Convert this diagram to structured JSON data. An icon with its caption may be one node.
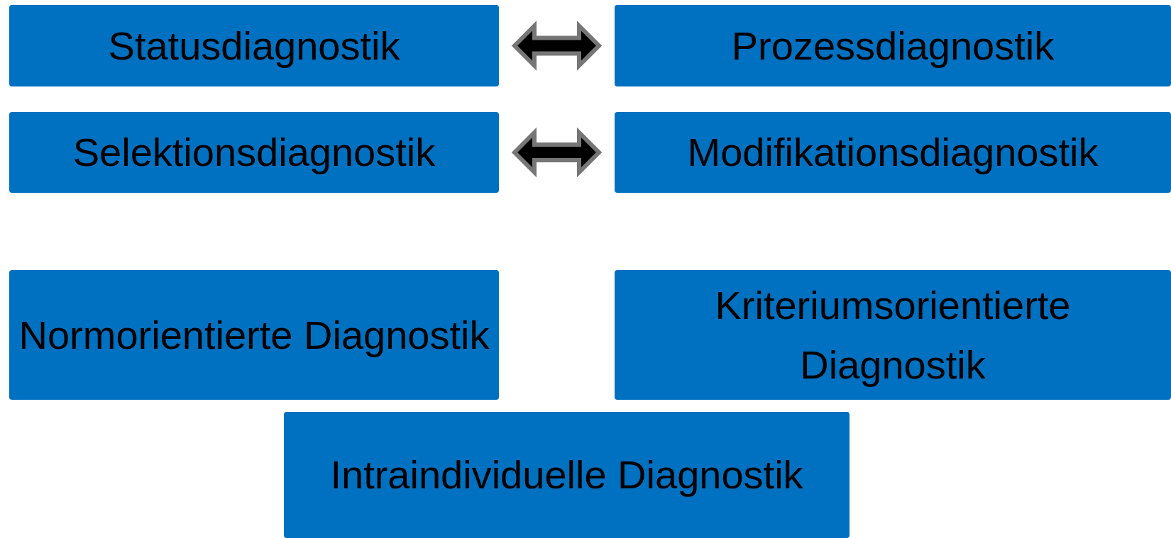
{
  "diagram": {
    "nodes": [
      {
        "text": [
          "Statusdiagnostik"
        ]
      },
      {
        "text": [
          "Prozessdiagnostik"
        ]
      },
      {
        "text": [
          "Selektionsdiagnostik"
        ]
      },
      {
        "text": [
          "Modifikationsdiagnostik"
        ]
      },
      {
        "text": [
          "Normorientierte Diagnostik"
        ]
      },
      {
        "text": [
          "Kriteriumsorientierte Diagnostik"
        ]
      },
      {
        "text": [
          "Intraindividuelle Diagnostik"
        ]
      }
    ],
    "edges": [
      {
        "from": 0,
        "to": 1,
        "arrow": "both"
      },
      {
        "from": 2,
        "to": 3,
        "arrow": "both"
      }
    ]
  }
}
